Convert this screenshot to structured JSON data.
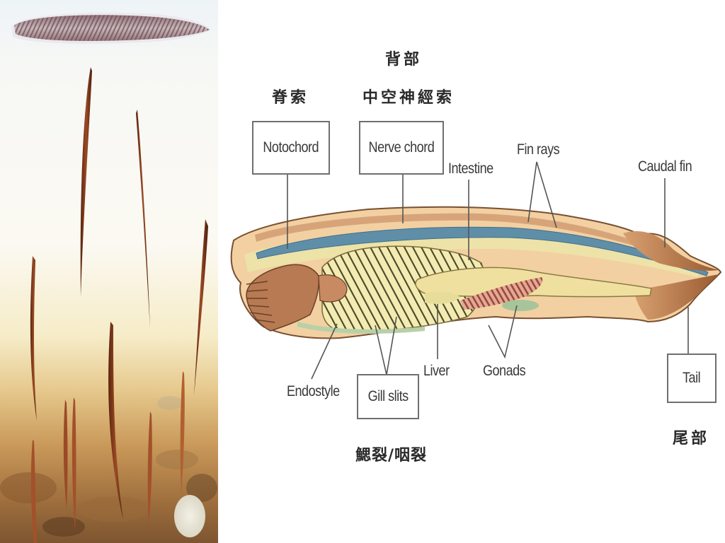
{
  "photos": {
    "top_specimen": "lancelet-specimen-photo",
    "habitat_scene": "lancelets-in-sand-photo"
  },
  "diagram": {
    "title_zh_dorsal": "背部",
    "labels_zh": {
      "notochord": "脊索",
      "nerve_chord": "中空神經索",
      "gill_slits": "鰓裂/咽裂",
      "tail": "尾部"
    },
    "boxed_labels": {
      "notochord": "Notochord",
      "nerve_chord": "Nerve chord",
      "gill_slits": "Gill slits",
      "tail": "Tail"
    },
    "labels": {
      "intestine": "Intestine",
      "fin_rays": "Fin rays",
      "caudal_fin": "Caudal fin",
      "endostyle": "Endostyle",
      "liver": "Liver",
      "gonads": "Gonads"
    },
    "colors": {
      "body_outline": "#8a5a3a",
      "nerve_cord": "#5f8fa8",
      "body_fill": "#f3d6a8",
      "pharynx": "#f2eab0",
      "oral_hood": "#b77a52",
      "tail": "#a8693e",
      "gonads": "#d08a78",
      "liver_gland": "#a8c49a",
      "leader_line": "#555555"
    }
  }
}
